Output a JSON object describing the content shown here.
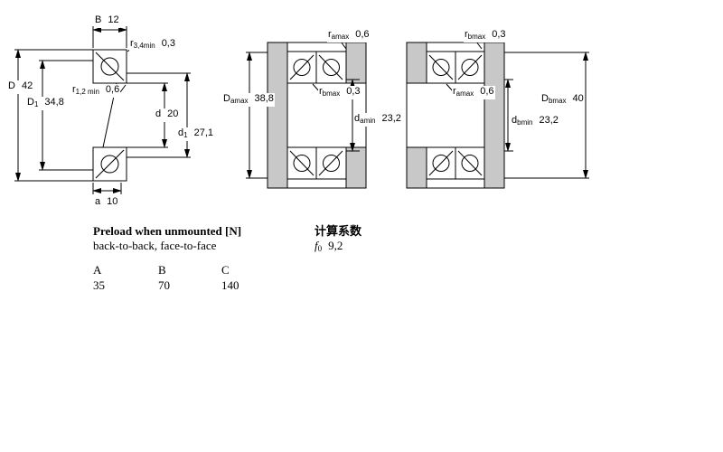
{
  "left_drawing": {
    "B": {
      "sym": "B",
      "sub": "",
      "val": "12"
    },
    "r34": {
      "sym": "r",
      "sub": "3,4min",
      "val": "0,3"
    },
    "D": {
      "sym": "D",
      "sub": "",
      "val": "42"
    },
    "D1": {
      "sym": "D",
      "sub": "1",
      "val": "34,8"
    },
    "r12": {
      "sym": "r",
      "sub": "1,2 min",
      "val": "0,6"
    },
    "d": {
      "sym": "d",
      "sub": "",
      "val": "20"
    },
    "d1": {
      "sym": "d",
      "sub": "1",
      "val": "27,1"
    },
    "a": {
      "sym": "a",
      "sub": "",
      "val": "10"
    }
  },
  "back_to_back_drawing": {
    "r_amax_top": {
      "sym": "r",
      "sub": "amax",
      "val": "0,6"
    },
    "r_bmax_mid": {
      "sym": "r",
      "sub": "bmax",
      "val": "0,3"
    },
    "D_amax": {
      "sym": "D",
      "sub": "amax",
      "val": "38,8"
    },
    "d_amin": {
      "sym": "d",
      "sub": "amin",
      "val": "23,2"
    }
  },
  "face_to_face_drawing": {
    "r_bmax_top": {
      "sym": "r",
      "sub": "bmax",
      "val": "0,3"
    },
    "r_amax_mid": {
      "sym": "r",
      "sub": "amax",
      "val": "0,6"
    },
    "d_bmin": {
      "sym": "d",
      "sub": "bmin",
      "val": "23,2"
    },
    "D_bmax": {
      "sym": "D",
      "sub": "bmax",
      "val": "40"
    }
  },
  "preload": {
    "title": "Preload when unmounted [N]",
    "subtitle": "back-to-back, face-to-face",
    "columns": [
      "A",
      "B",
      "C"
    ],
    "values": [
      "35",
      "70",
      "140"
    ]
  },
  "calculation": {
    "title": "计算系数",
    "f0": {
      "sym": "f",
      "sub": "0",
      "val": "9,2"
    }
  },
  "colors": {
    "line": "#000000",
    "shading": "#c8c8c8",
    "background": "#ffffff"
  }
}
